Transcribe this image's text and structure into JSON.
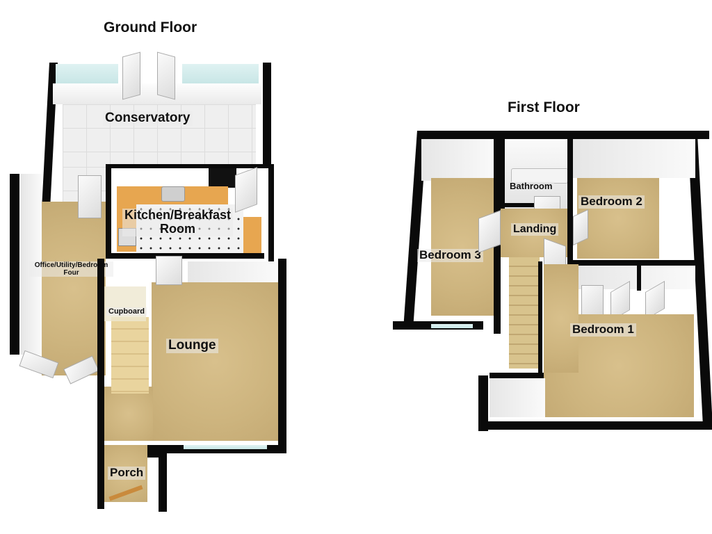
{
  "ground_floor": {
    "title": "Ground Floor",
    "rooms": {
      "conservatory": "Conservatory",
      "kitchen_line1": "Kitchen/Breakfast",
      "kitchen_line2": "Room",
      "office_line1": "Office/Utility/Bedroom",
      "office_line2": "Four",
      "cupboard": "Cupboard",
      "lounge": "Lounge",
      "porch": "Porch"
    }
  },
  "first_floor": {
    "title": "First Floor",
    "rooms": {
      "bathroom": "Bathroom",
      "bedroom2": "Bedroom 2",
      "landing": "Landing",
      "bedroom3": "Bedroom 3",
      "bedroom1": "Bedroom 1"
    }
  },
  "colors": {
    "wall": "#0a0a0a",
    "carpet": "#cdb47e",
    "counter": "#e7a650",
    "glass": "#cfeaea",
    "tile": "#efefef"
  }
}
